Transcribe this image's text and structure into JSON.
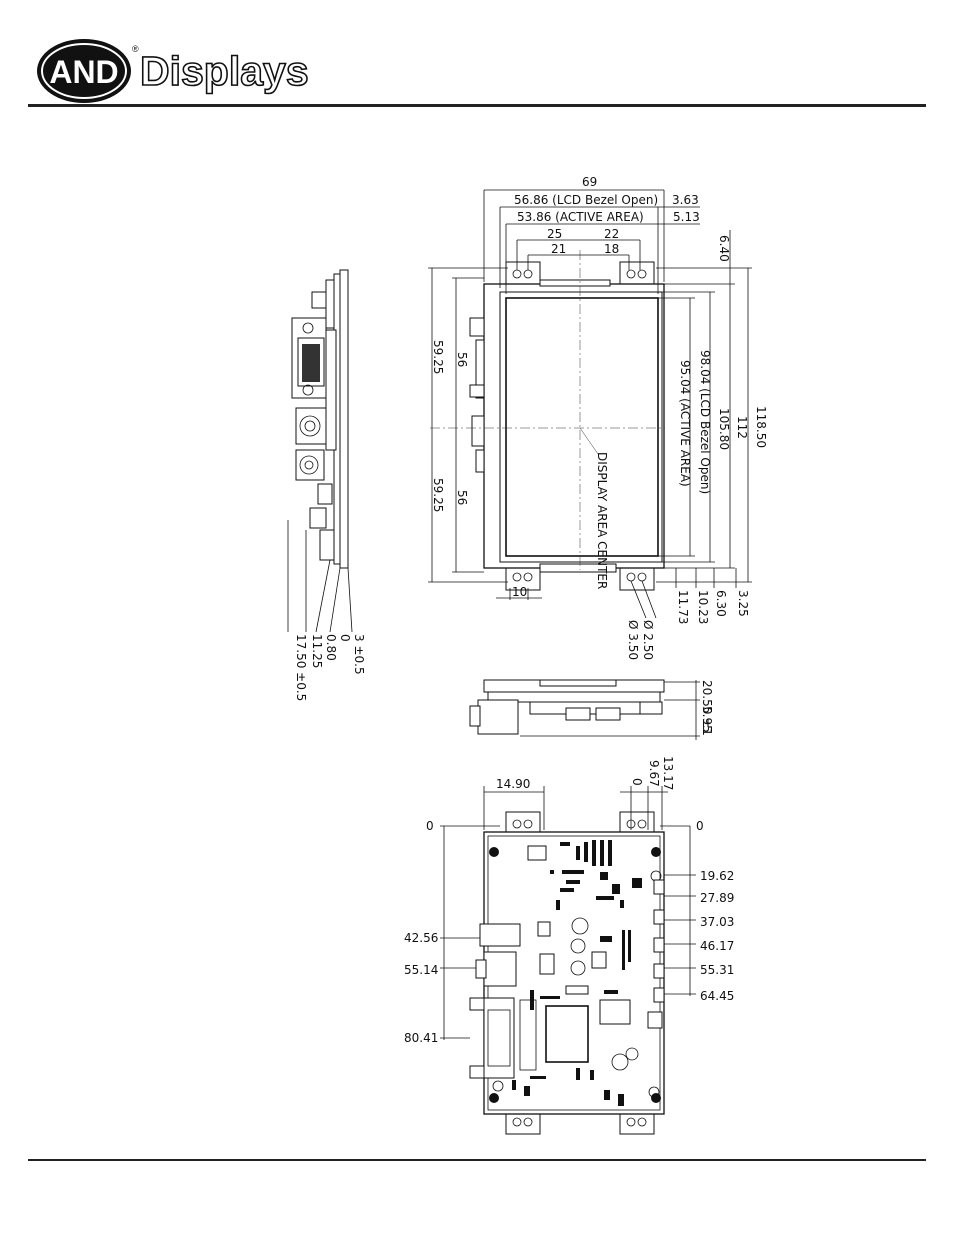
{
  "logo": {
    "badge": "AND",
    "wordmark": "Displays",
    "registered": "®"
  },
  "front_view": {
    "top_dims": [
      "69",
      "56.86 (LCD Bezel Open)",
      "3.63",
      "53.86 (ACTIVE AREA)",
      "5.13",
      "25",
      "22",
      "21",
      "18"
    ],
    "left_dims": [
      "59.25",
      "56",
      "59.25",
      "56"
    ],
    "right_dims": [
      "6.40",
      "98.04 (LCD Bezel Open)",
      "95.04 (ACTIVE AREA)",
      "105.80",
      "112",
      "118.50"
    ],
    "bottom_dims": [
      "10",
      "11.73",
      "10.23",
      "6.30",
      "3.25"
    ],
    "holes": [
      "Ø 2.50",
      "Ø 3.50"
    ],
    "center_note": "DISPLAY AREA CENTER"
  },
  "side_view": {
    "dims": [
      "3 ±0.5",
      "0",
      "0.80",
      "11.25",
      "17.50 ±0.5"
    ]
  },
  "bottom_view": {
    "dims": [
      "20.50 ±1",
      "5.95"
    ]
  },
  "rear_view": {
    "top_dims": [
      "14.90",
      "13.17",
      "9.67",
      "0"
    ],
    "zero_left": "0",
    "zero_right": "0",
    "left_dims": [
      "42.56",
      "55.14",
      "80.41"
    ],
    "right_dims": [
      "19.62",
      "27.89",
      "37.03",
      "46.17",
      "55.31",
      "64.45"
    ]
  }
}
